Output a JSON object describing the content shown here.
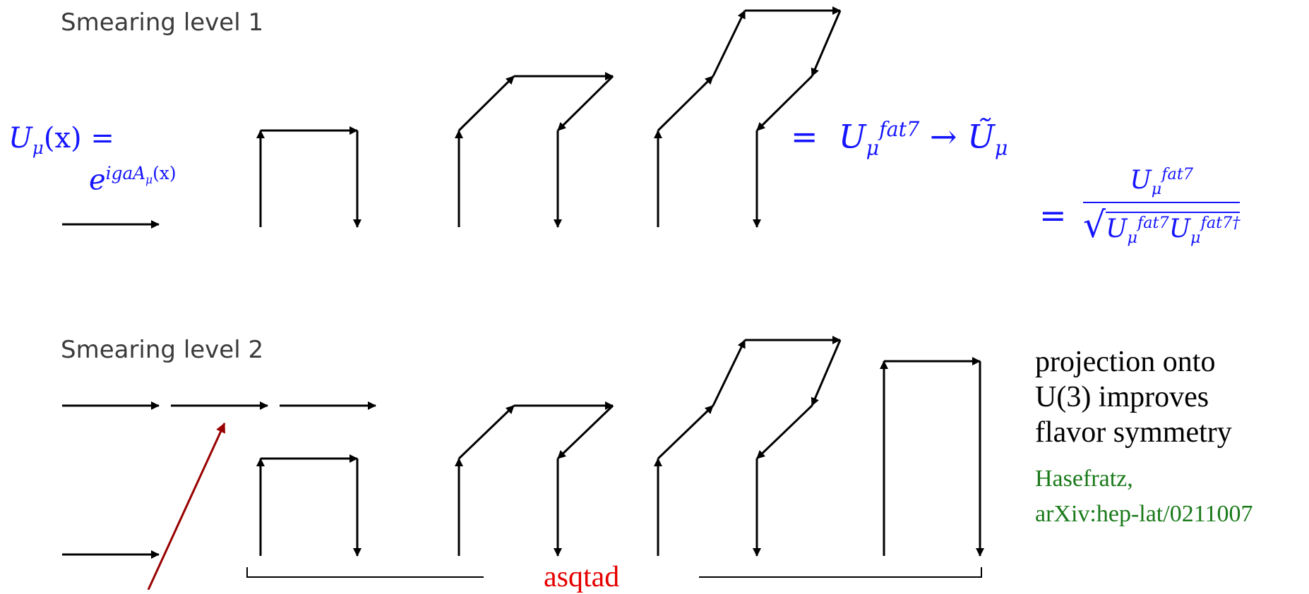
{
  "headings": {
    "level1": "Smearing level 1",
    "level2": "Smearing level 2"
  },
  "formula": {
    "lhs": "U",
    "lhs_sub": "μ",
    "lhs_arg": "(x) =",
    "exp_base": "e",
    "exp_power": "igaA",
    "exp_power_sub": "μ",
    "exp_power_arg": "(x)",
    "eq_sign": "=",
    "fat_symbol": "U",
    "fat_sub": "μ",
    "fat_sup": "fat7",
    "arrow": "→",
    "tilde_symbol": "Ũ",
    "tilde_sub": "μ",
    "frac_eq": "=",
    "frac_num": "U",
    "frac_num_sub": "μ",
    "frac_num_sup": "fat7",
    "frac_den_a": "U",
    "frac_den_a_sub": "μ",
    "frac_den_a_sup": "fat7",
    "frac_den_b": "U",
    "frac_den_b_sub": "μ",
    "frac_den_b_sup": "fat7†"
  },
  "note": {
    "line1": "projection onto",
    "line2": "U(3) improves",
    "line3": "flavor symmetry",
    "ref_line1": "Hasefratz,",
    "ref_line2": "arXiv:hep-lat/0211007"
  },
  "asqtad_label": "asqtad",
  "colors": {
    "math": "#1414ff",
    "note": "#000000",
    "reference": "#1a7a1a",
    "asqtad": "#e60000",
    "pointer_arrow": "#990000",
    "paths": "#000000"
  }
}
